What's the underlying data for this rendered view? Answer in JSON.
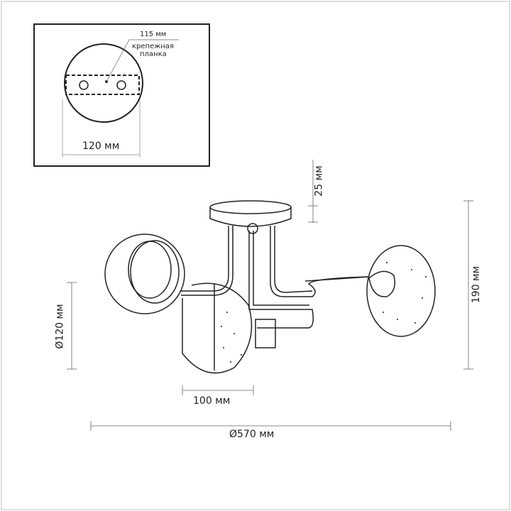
{
  "inset": {
    "plate_width": "115 мм",
    "plate_label_line1": "крепежная",
    "plate_label_line2": "планка",
    "canopy_diameter": "120 мм"
  },
  "dimensions": {
    "canopy_height": "25 мм",
    "total_height": "190 мм",
    "shade_diameter": "Ø120 мм",
    "shade_depth": "100 мм",
    "total_diameter": "Ø570 мм"
  }
}
